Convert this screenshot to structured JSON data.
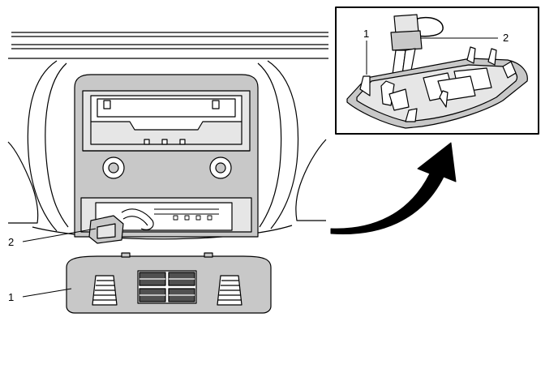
{
  "callouts": {
    "main_connector": "2",
    "main_console": "1",
    "inset_console": "1",
    "inset_connector": "2"
  },
  "colors": {
    "line": "#000000",
    "fill_gray": "#c8c8c8",
    "fill_light": "#e6e6e6",
    "background": "#ffffff"
  }
}
